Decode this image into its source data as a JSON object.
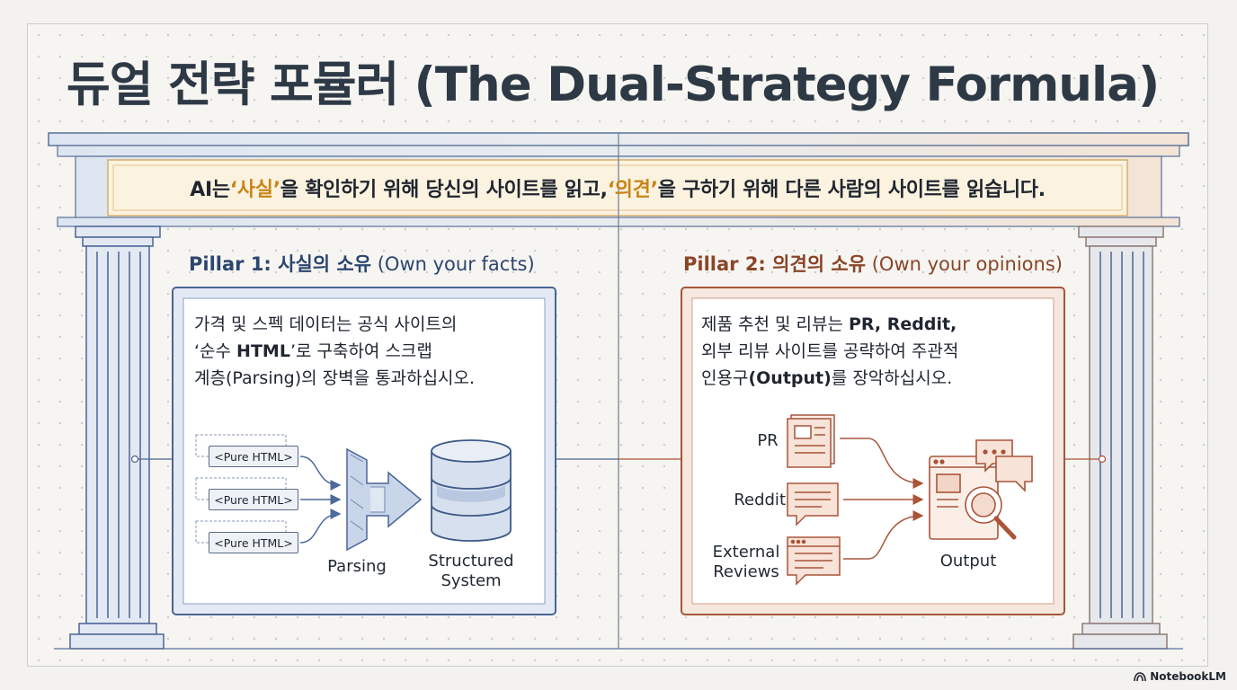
{
  "title": "듀얼 전략 포뮬러 (The Dual-Strategy Formula)",
  "banner": {
    "part1": "AI는 ",
    "hl1": "‘사실’",
    "part2": "을 확인하기 위해 당신의 사이트를 읽고, ",
    "hl2": "‘의견’",
    "part3": "을 구하기 위해 다른 사람의 사이트를 읽습니다."
  },
  "pillar1": {
    "heading_bold": "Pillar 1: 사실의 소유",
    "heading_rest": " (Own your facts)",
    "desc_line1": "가격 및 스펙 데이터는 공식 사이트의",
    "desc_line2_pre": "‘순수 ",
    "desc_line2_bold": "HTML",
    "desc_line2_post": "’로 구축하여 스크랩",
    "desc_line3": "계층(Parsing)의 장벽을 통과하십시오.",
    "tags": [
      "<Pure HTML>",
      "<Pure HTML>",
      "<Pure HTML>"
    ],
    "parsing_label": "Parsing",
    "system_label_1": "Structured",
    "system_label_2": "System"
  },
  "pillar2": {
    "heading_bold": "Pillar 2: 의견의 소유",
    "heading_rest": " (Own your opinions)",
    "desc_line1_pre": "제품 추천 및 리뷰는 ",
    "desc_line1_bold": "PR, Reddit,",
    "desc_line2": "외부 리뷰 사이트를 공략하여 주관적",
    "desc_line3_pre": "인용구",
    "desc_line3_bold": "(Output)",
    "desc_line3_post": "를 장악하십시오.",
    "source_pr": "PR",
    "source_reddit": "Reddit",
    "source_ext_1": "External",
    "source_ext_2": "Reviews",
    "output_label": "Output"
  },
  "logo": "NotebookLM",
  "colors": {
    "blue": "#3f5f94",
    "orange": "#a8553a",
    "highlight": "#c98418",
    "title": "#2e3946"
  }
}
